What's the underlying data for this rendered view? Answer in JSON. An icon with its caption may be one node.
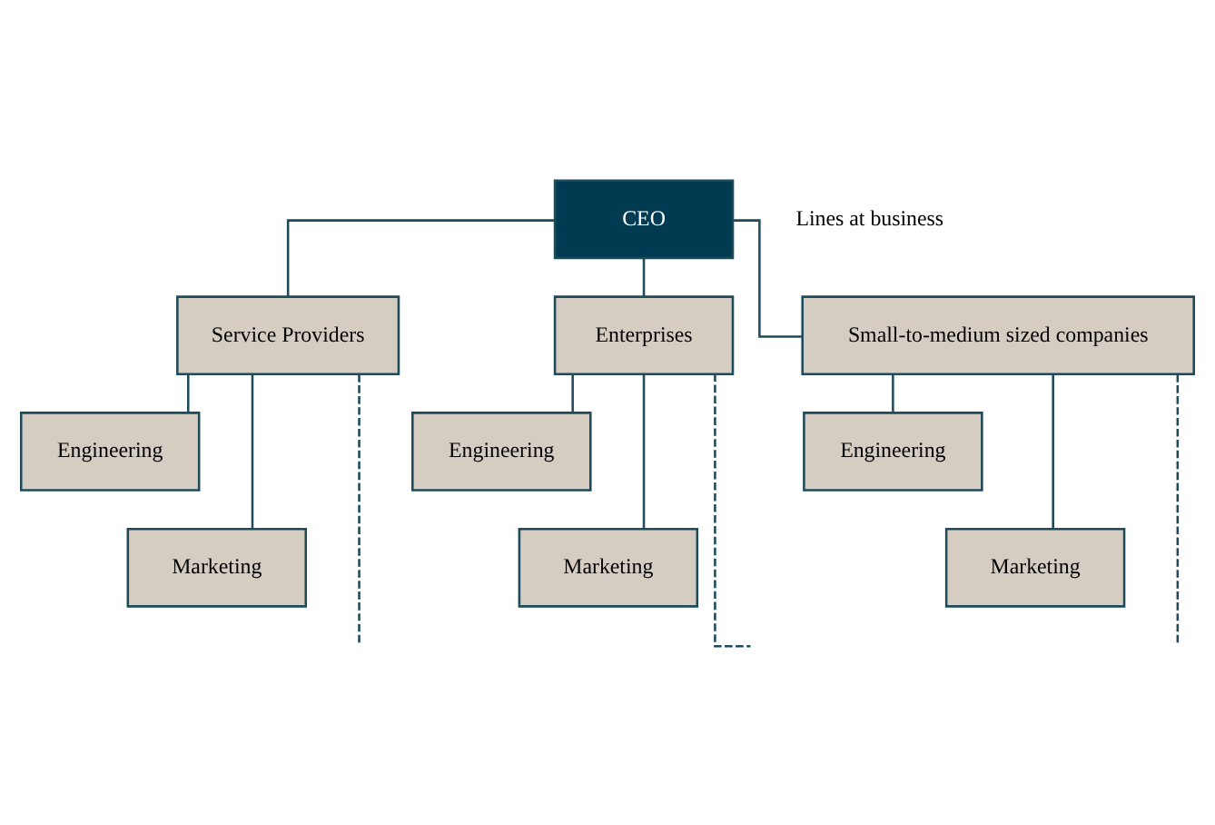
{
  "diagram": {
    "nodes": [
      {
        "text": [
          "CEO"
        ]
      },
      {
        "text": [
          "Service Providers"
        ]
      },
      {
        "text": [
          "Enterprises"
        ]
      },
      {
        "text": [
          "Small-to-medium sized companies"
        ]
      },
      {
        "text": [
          "Engineering"
        ]
      },
      {
        "text": [
          "Marketing"
        ]
      },
      {
        "text": [
          "Engineering"
        ]
      },
      {
        "text": [
          "Marketing"
        ]
      },
      {
        "text": [
          "Engineering"
        ]
      },
      {
        "text": [
          "Marketing"
        ]
      }
    ],
    "edges": [
      {
        "from": 0,
        "to": 1,
        "arrow": "none"
      },
      {
        "from": 0,
        "to": 2,
        "arrow": "none"
      },
      {
        "from": 0,
        "to": 3,
        "arrow": "none"
      },
      {
        "from": 1,
        "to": 4,
        "arrow": "none"
      },
      {
        "from": 1,
        "to": 5,
        "arrow": "none"
      },
      {
        "from": 1,
        "to": null,
        "arrow": "none",
        "style": "dashed"
      },
      {
        "from": 2,
        "to": 6,
        "arrow": "none"
      },
      {
        "from": 2,
        "to": 7,
        "arrow": "none"
      },
      {
        "from": 2,
        "to": null,
        "arrow": "none",
        "style": "dashed"
      },
      {
        "from": 3,
        "to": 8,
        "arrow": "none"
      },
      {
        "from": 3,
        "to": 9,
        "arrow": "none"
      },
      {
        "from": 3,
        "to": null,
        "arrow": "none",
        "style": "dashed"
      }
    ],
    "labels": [
      "Lines at business"
    ]
  }
}
